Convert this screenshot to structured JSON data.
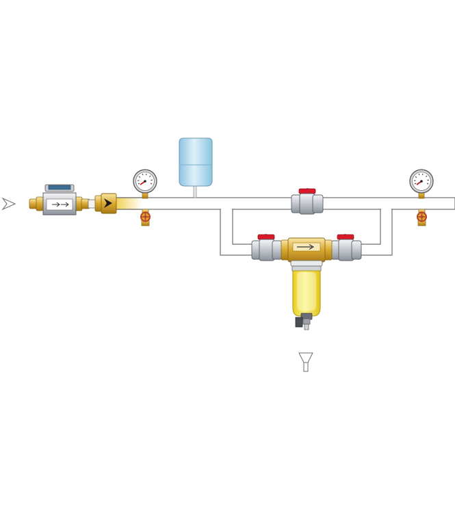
{
  "diagram": {
    "kind": "water-supply-piping-schematic",
    "components": [
      {
        "id": "inlet-arrow",
        "icon": "inlet-arrow-icon"
      },
      {
        "id": "water-meter",
        "icon": "water-meter-icon"
      },
      {
        "id": "check-valve",
        "icon": "check-valve-icon"
      },
      {
        "id": "pressure-gauge-inlet",
        "icon": "pressure-gauge-icon"
      },
      {
        "id": "drain-valve-inlet",
        "icon": "drain-valve-icon"
      },
      {
        "id": "expansion-tank",
        "icon": "expansion-tank-icon"
      },
      {
        "id": "bypass-ball-valve",
        "icon": "ball-valve-icon"
      },
      {
        "id": "pressure-gauge-outlet",
        "icon": "pressure-gauge-icon"
      },
      {
        "id": "drain-valve-outlet",
        "icon": "drain-valve-icon"
      },
      {
        "id": "isolation-valve-left",
        "icon": "ball-valve-icon"
      },
      {
        "id": "isolation-valve-right",
        "icon": "ball-valve-icon"
      },
      {
        "id": "water-filter",
        "icon": "water-filter-icon"
      },
      {
        "id": "drain-funnel",
        "icon": "funnel-icon"
      }
    ],
    "colors": {
      "pipe_outline": "#6b6b6b",
      "valve_handle": "#d8192a",
      "brass": "#d9a832",
      "filter_bowl": "#f4e24a",
      "tank": "#a9d4ec",
      "valve_body": "#c9ccd1"
    }
  }
}
